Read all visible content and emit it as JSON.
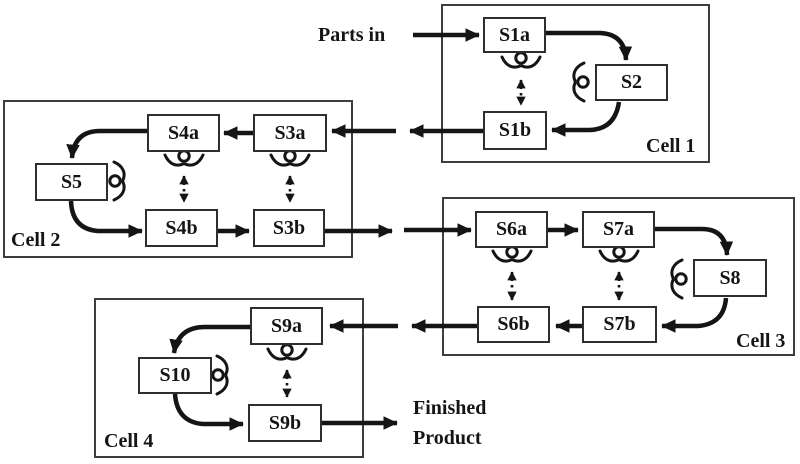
{
  "colors": {
    "ink": "#151515",
    "box-border": "#2e2e2e",
    "cell-border": "#3d3d3d",
    "bg": "#ffffff"
  },
  "labels": {
    "parts_in": "Parts in",
    "finished_line1": "Finished",
    "finished_line2": "Product"
  },
  "cells": {
    "c1": "Cell 1",
    "c2": "Cell 2",
    "c3": "Cell 3",
    "c4": "Cell 4"
  },
  "stations": {
    "s1a": "S1a",
    "s2": "S2",
    "s1b": "S1b",
    "s3a": "S3a",
    "s4a": "S4a",
    "s5": "S5",
    "s4b": "S4b",
    "s3b": "S3b",
    "s6a": "S6a",
    "s7a": "S7a",
    "s8": "S8",
    "s7b": "S7b",
    "s6b": "S6b",
    "s9a": "S9a",
    "s10": "S10",
    "s9b": "S9b"
  },
  "diagram_data": {
    "type": "process-flow-diagram",
    "flow_sequence": [
      "Parts in",
      "S1a",
      "S2",
      "S1b",
      "S3a",
      "S4a",
      "S5",
      "S4b",
      "S3b",
      "S6a",
      "S7a",
      "S8",
      "S7b",
      "S6b",
      "S9a",
      "S10",
      "S9b",
      "Finished Product"
    ],
    "cell_membership": [
      {
        "name": "Cell 1",
        "stations": [
          "S1a",
          "S2",
          "S1b"
        ]
      },
      {
        "name": "Cell 2",
        "stations": [
          "S3a",
          "S4a",
          "S5",
          "S4b",
          "S3b"
        ]
      },
      {
        "name": "Cell 3",
        "stations": [
          "S6a",
          "S7a",
          "S8",
          "S7b",
          "S6b"
        ]
      },
      {
        "name": "Cell 4",
        "stations": [
          "S9a",
          "S10",
          "S9b"
        ]
      }
    ],
    "operator_shared_pairs": [
      [
        "S1a",
        "S1b"
      ],
      [
        "S4a",
        "S4b"
      ],
      [
        "S3a",
        "S3b"
      ],
      [
        "S6a",
        "S6b"
      ],
      [
        "S7a",
        "S7b"
      ],
      [
        "S9a",
        "S9b"
      ]
    ],
    "turning_operator_stations": [
      "S2",
      "S5",
      "S8",
      "S10"
    ]
  }
}
